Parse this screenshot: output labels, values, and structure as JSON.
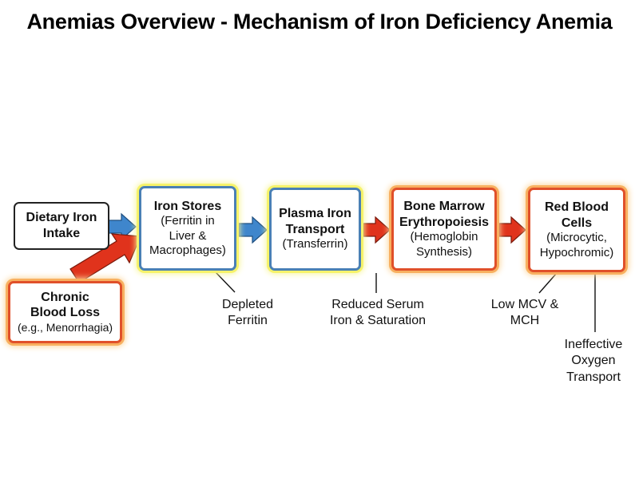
{
  "title": "Anemias Overview - Mechanism of Iron Deficiency Anemia",
  "nodes": {
    "dietary": {
      "head": "Dietary Iron Intake"
    },
    "blood_loss": {
      "head": "Chronic Blood Loss",
      "sub": "(e.g., Menorrhagia)"
    },
    "iron_stores": {
      "head": "Iron Stores",
      "sub": "(Ferritin in Liver & Macrophages)"
    },
    "plasma_iron": {
      "head": "Plasma Iron Transport",
      "sub": "(Transferrin)"
    },
    "bone_marrow": {
      "head": "Bone Marrow Erythropoiesis",
      "sub": "(Hemoglobin Synthesis)"
    },
    "rbc": {
      "head": "Red Blood Cells",
      "sub": "(Microcytic, Hypochromic)"
    }
  },
  "annotations": {
    "depleted_ferritin": "Depleted Ferritin",
    "reduced_serum": "Reduced Serum Iron & Saturation",
    "low_mcv": "Low MCV & MCH",
    "ineffective_o2": "Ineffective Oxygen Transport"
  },
  "colors": {
    "blue_arrow": "#3f86cc",
    "red_arrow": "#e0331c",
    "blue_border": "#4a80b5",
    "red_border": "#e0502a",
    "yellow_glow": "#f6f36a",
    "orange_glow": "#f8b060"
  }
}
